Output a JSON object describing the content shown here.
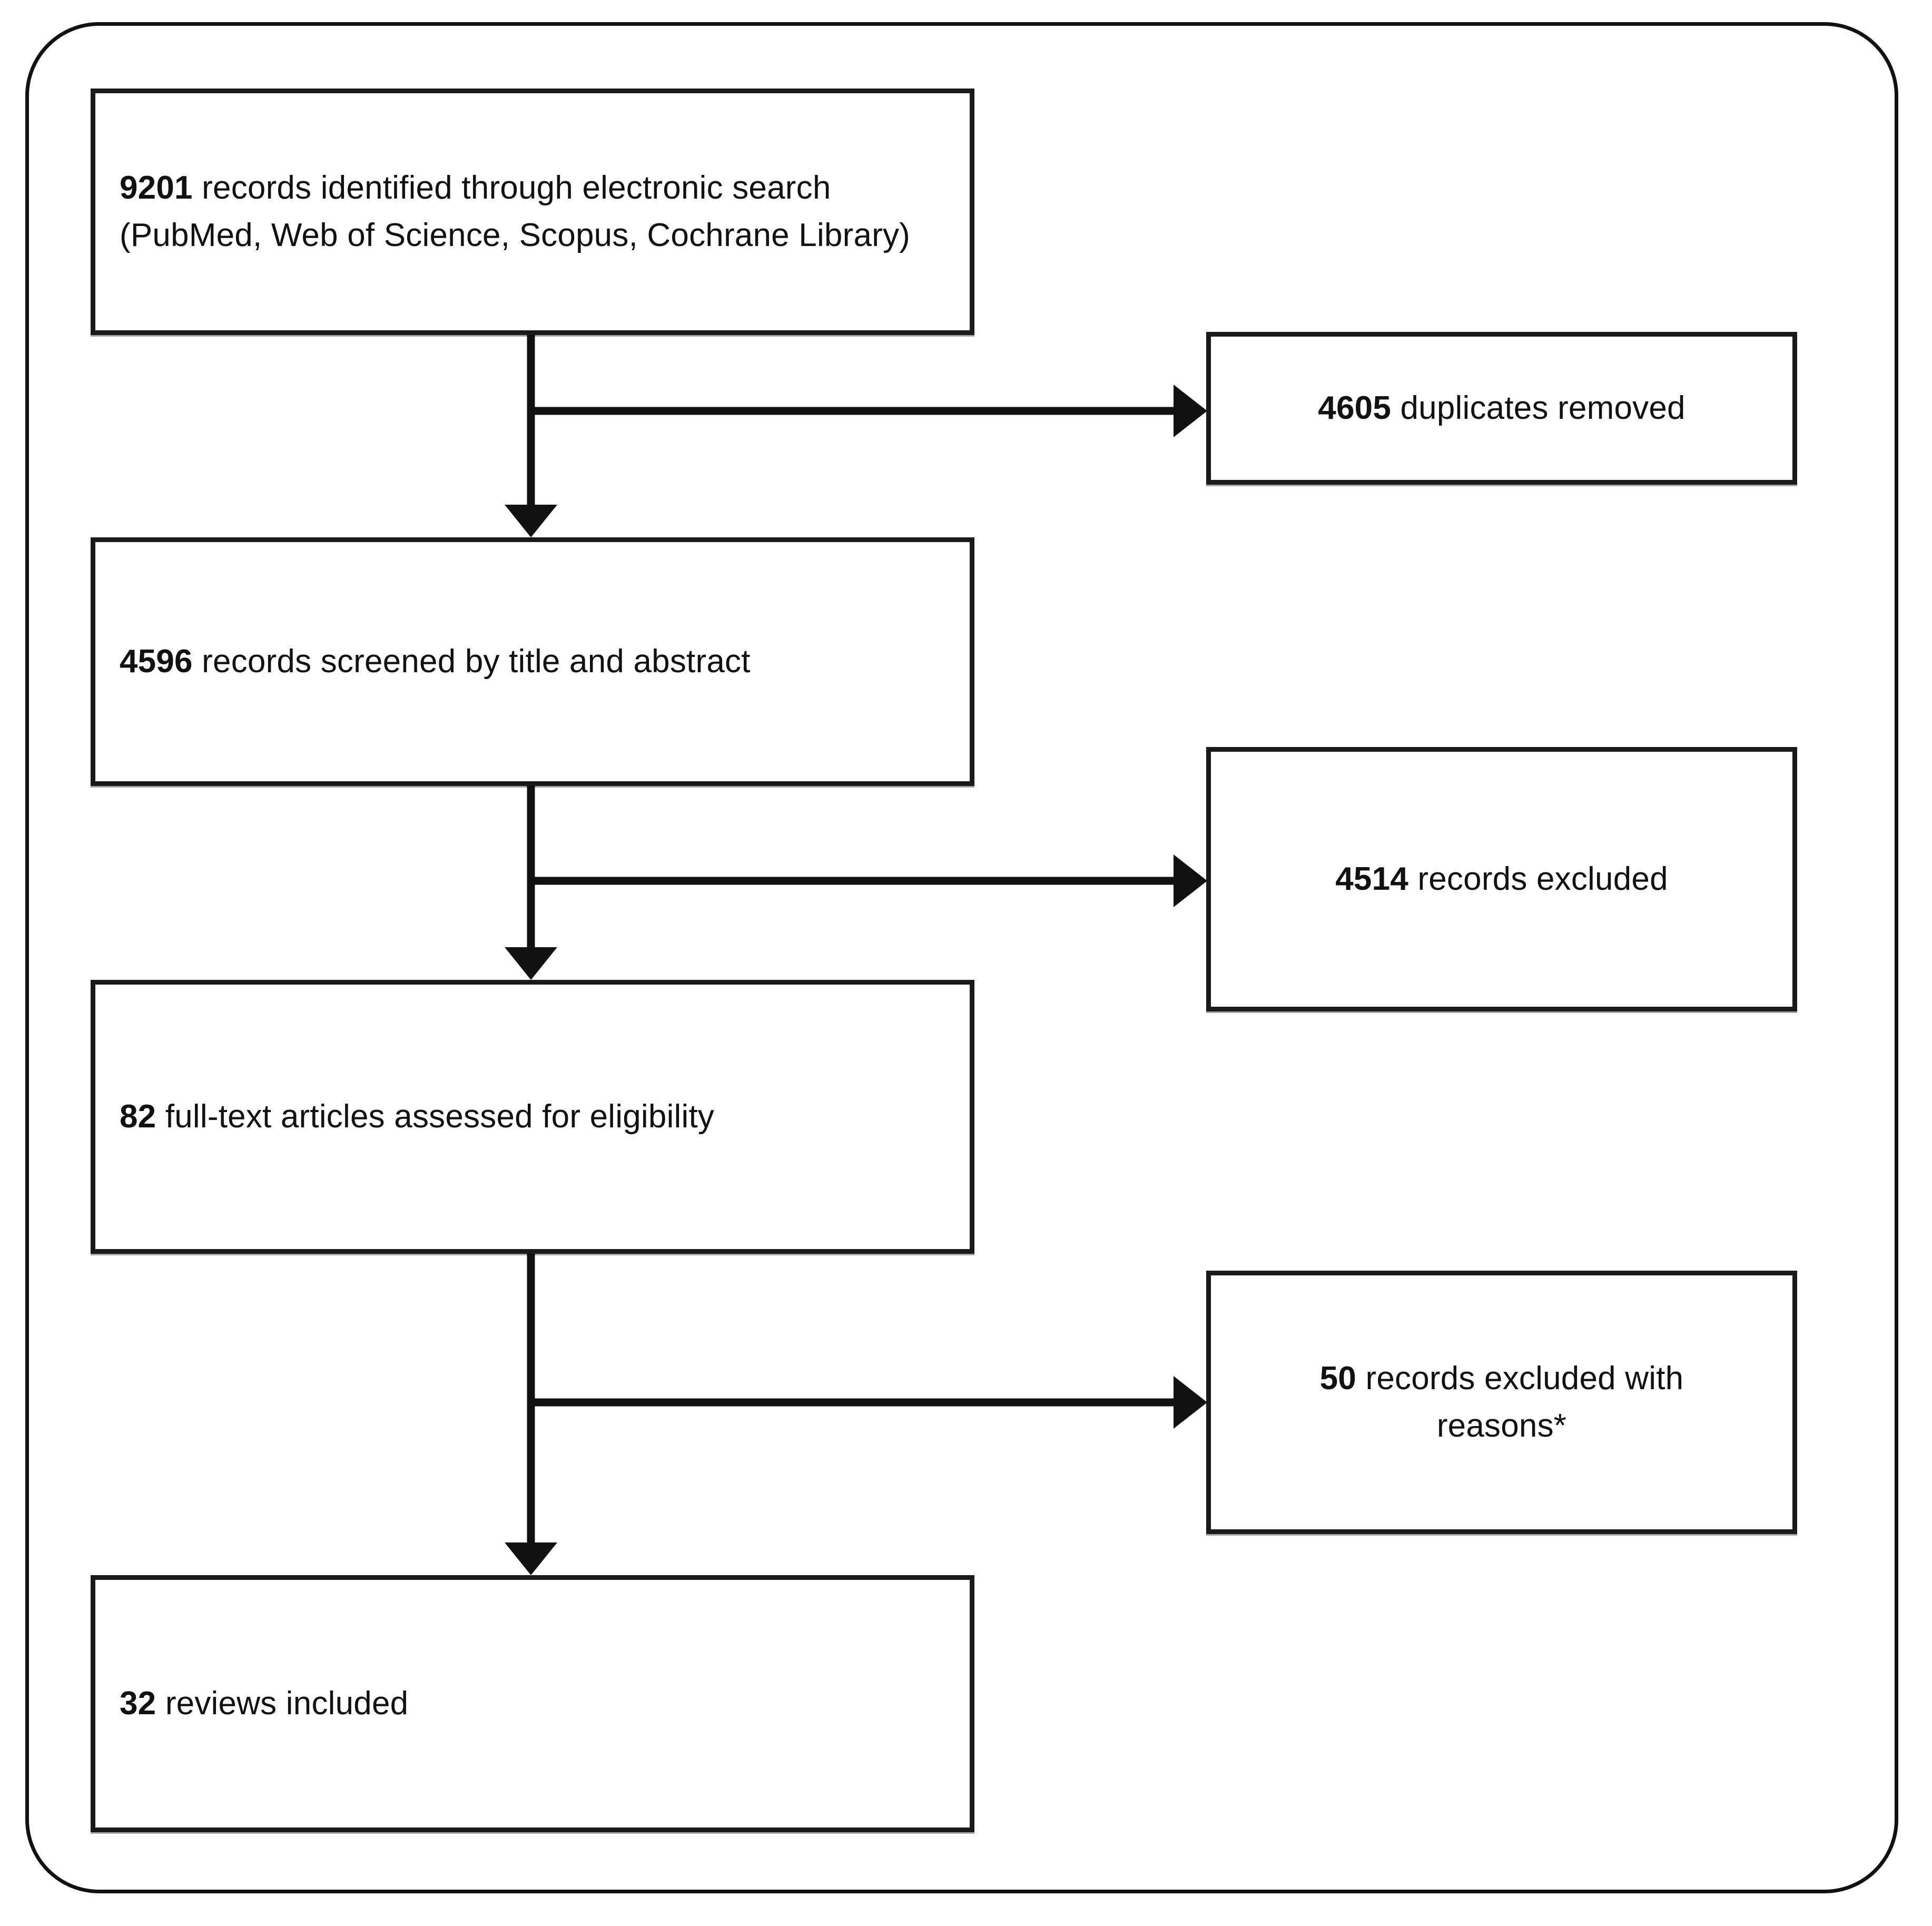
{
  "diagram": {
    "type": "prisma-flow-diagram",
    "title": "",
    "frame": {
      "style": "rounded-rectangle",
      "border_color": "#111111"
    },
    "boxes": [
      {
        "id": "identified",
        "name": "records-identified-box",
        "count": "9201",
        "line1": "records identified through electronic search",
        "line2": "(PubMed, Web of Science, Scopus, Cochrane Library)",
        "align": "left"
      },
      {
        "id": "duplicates",
        "name": "duplicates-removed-box",
        "count": "4605",
        "line1": "duplicates removed",
        "line2": "",
        "align": "center"
      },
      {
        "id": "screened",
        "name": "records-screened-box",
        "count": "4596",
        "line1": "records screened by title and abstract",
        "line2": "",
        "align": "left"
      },
      {
        "id": "excluded",
        "name": "records-excluded-box",
        "count": "4514",
        "line1": "records excluded",
        "line2": "",
        "align": "center"
      },
      {
        "id": "fulltext",
        "name": "full-text-assessed-box",
        "count": "82",
        "line1": "full-text articles assessed for eligibility",
        "line2": "",
        "align": "left"
      },
      {
        "id": "excluded_reasons",
        "name": "records-excluded-with-reasons-box",
        "count": "50",
        "line1": "records excluded with",
        "line2": "reasons*",
        "align": "center"
      },
      {
        "id": "included",
        "name": "reviews-included-box",
        "count": "32",
        "line1": "reviews included",
        "line2": "",
        "align": "left"
      }
    ],
    "connectors": [
      {
        "from": "identified",
        "to": "screened",
        "direction": "down",
        "label": ""
      },
      {
        "from": "identified",
        "to": "duplicates",
        "direction": "right",
        "label": ""
      },
      {
        "from": "screened",
        "to": "fulltext",
        "direction": "down",
        "label": ""
      },
      {
        "from": "screened",
        "to": "excluded",
        "direction": "right",
        "label": ""
      },
      {
        "from": "fulltext",
        "to": "included",
        "direction": "down",
        "label": ""
      },
      {
        "from": "fulltext",
        "to": "excluded_reasons",
        "direction": "right",
        "label": ""
      }
    ]
  },
  "chart_data": {
    "type": "diagram",
    "title": "PRISMA study selection flow",
    "stages": [
      {
        "label": "Records identified through electronic search (PubMed, Web of Science, Scopus, Cochrane Library)",
        "value": 9201
      },
      {
        "label": "Duplicates removed",
        "value": 4605
      },
      {
        "label": "Records screened by title and abstract",
        "value": 4596
      },
      {
        "label": "Records excluded",
        "value": 4514
      },
      {
        "label": "Full-text articles assessed for eligibility",
        "value": 82
      },
      {
        "label": "Records excluded with reasons*",
        "value": 50
      },
      {
        "label": "Reviews included",
        "value": 32
      }
    ]
  }
}
